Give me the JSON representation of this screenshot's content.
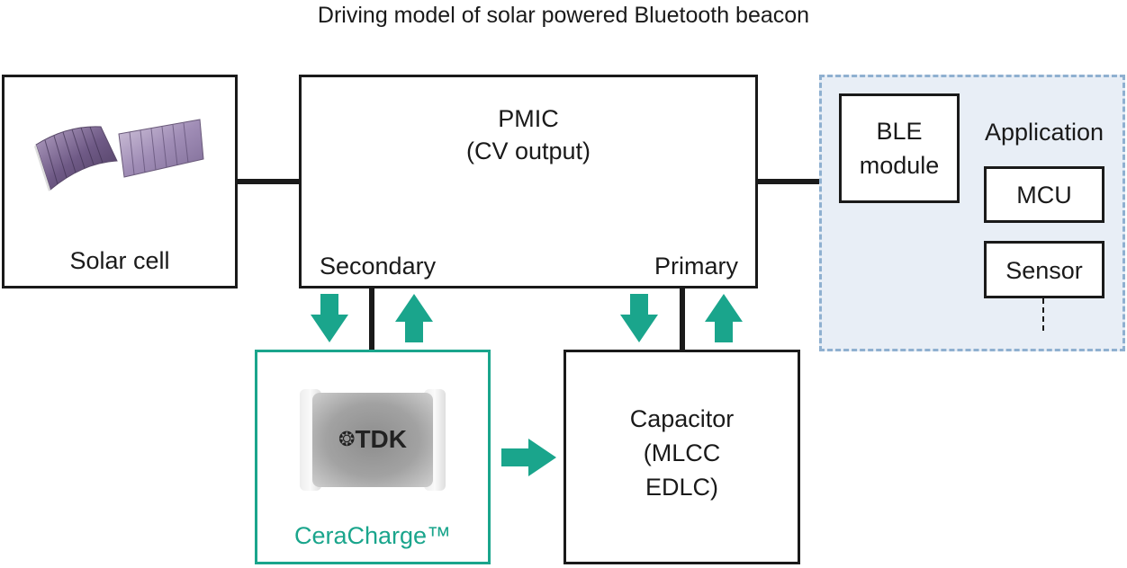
{
  "title": "Driving model of solar powered Bluetooth beacon",
  "solar_cell": {
    "label": "Solar cell"
  },
  "pmic": {
    "line1": "PMIC",
    "line2": "(CV output)",
    "secondary": "Secondary",
    "primary": "Primary"
  },
  "application": {
    "label": "Application",
    "ble_line1": "BLE",
    "ble_line2": "module",
    "mcu": "MCU",
    "sensor": "Sensor"
  },
  "ceracharge": {
    "label": "CeraCharge™",
    "chip_brand": "TDK"
  },
  "capacitor": {
    "line1": "Capacitor",
    "line2": "(MLCC",
    "line3": "EDLC)"
  },
  "colors": {
    "accent": "#1aa58c",
    "app_fill": "#e8eef6",
    "app_border": "#8fb0d0",
    "line": "#1a1a1a"
  }
}
